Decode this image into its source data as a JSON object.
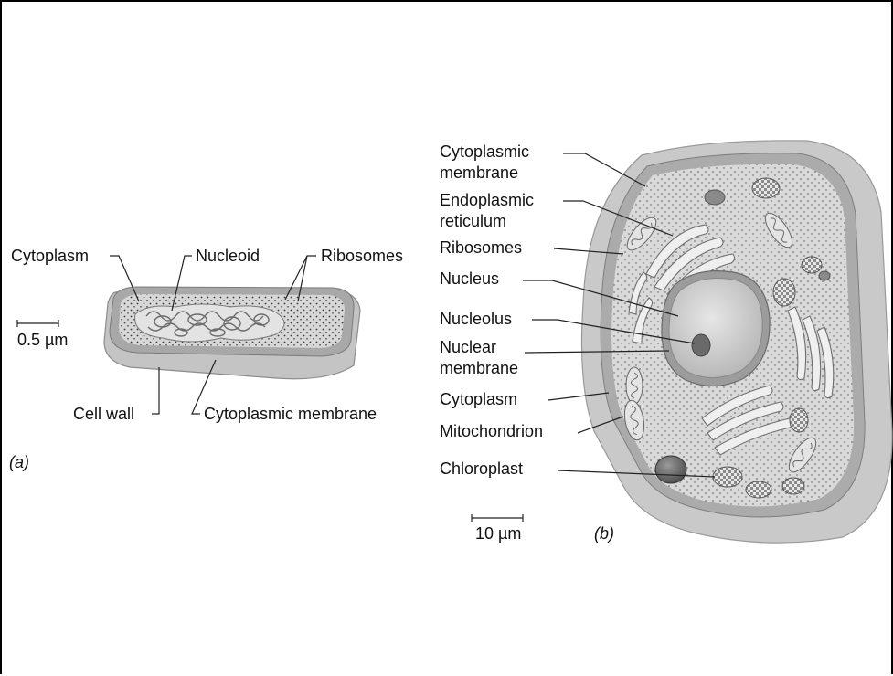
{
  "panel_a": {
    "tag": "(a)",
    "scale": "0.5 µm",
    "labels": {
      "cytoplasm": "Cytoplasm",
      "nucleoid": "Nucleoid",
      "ribosomes": "Ribosomes",
      "cell_wall": "Cell wall",
      "cytoplasmic_membrane": "Cytoplasmic membrane"
    }
  },
  "panel_b": {
    "tag": "(b)",
    "scale": "10 µm",
    "labels": {
      "cytoplasmic_membrane_1": "Cytoplasmic",
      "cytoplasmic_membrane_2": "membrane",
      "endoplasmic_reticulum_1": "Endoplasmic",
      "endoplasmic_reticulum_2": "reticulum",
      "ribosomes": "Ribosomes",
      "nucleus": "Nucleus",
      "nucleolus": "Nucleolus",
      "nuclear_membrane_1": "Nuclear",
      "nuclear_membrane_2": "membrane",
      "cytoplasm": "Cytoplasm",
      "mitochondrion": "Mitochondrion",
      "chloroplast": "Chloroplast"
    }
  }
}
